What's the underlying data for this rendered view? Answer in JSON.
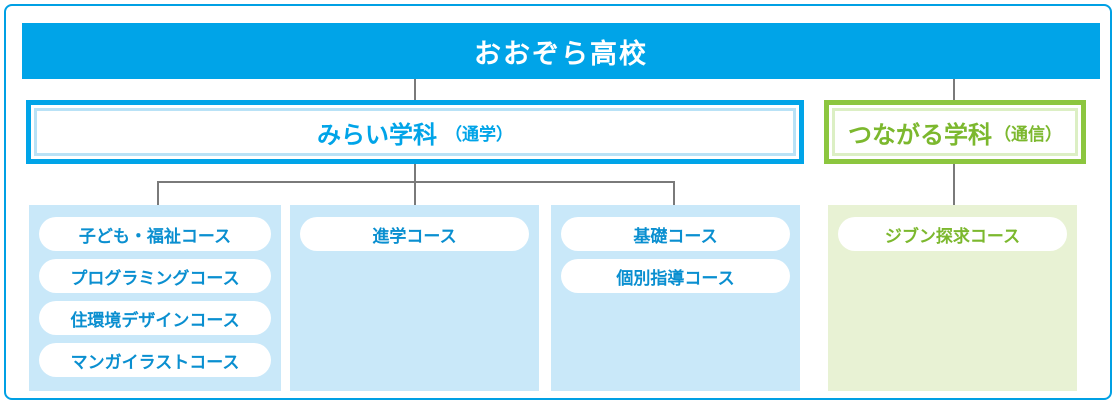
{
  "school": {
    "name": "おおぞら高校"
  },
  "departments": {
    "mirai": {
      "name": "みらい学科",
      "type": "（通学）",
      "groups": [
        {
          "courses": [
            "子ども・福祉コース",
            "プログラミングコース",
            "住環境デザインコース",
            "マンガイラストコース"
          ]
        },
        {
          "courses": [
            "進学コース"
          ]
        },
        {
          "courses": [
            "基礎コース",
            "個別指導コース"
          ]
        }
      ]
    },
    "tsunagaru": {
      "name": "つながる学科",
      "type": "（通信）",
      "courses": [
        "ジブン探求コース"
      ]
    }
  },
  "colors": {
    "blue": "#00a4e8",
    "green": "#8cc63f",
    "light_blue": "#c9e8f9",
    "light_green": "#e8f2d4",
    "connector": "#7a7a7a"
  }
}
